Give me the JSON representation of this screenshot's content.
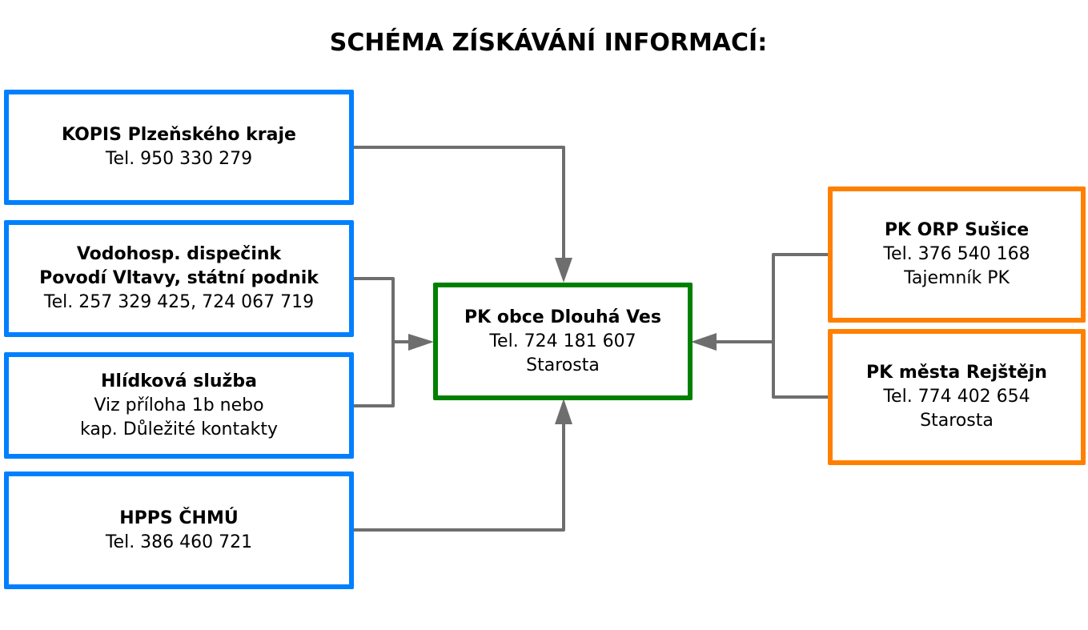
{
  "title": "SCHÉMA ZÍSKÁVÁNÍ INFORMACÍ:",
  "colors": {
    "source_border": "#0080ff",
    "center_border": "#008000",
    "peer_border": "#ff8000",
    "connector": "#6e6e6e"
  },
  "sources": [
    {
      "name": "KOPIS Plzeňského kraje",
      "lines": [
        "Tel. 950 330 279"
      ]
    },
    {
      "name": "Vodohosp. dispečink",
      "name2": "Povodí Vltavy, státní podnik",
      "lines": [
        "Tel. 257 329 425, 724 067 719"
      ]
    },
    {
      "name": "Hlídková služba",
      "lines": [
        "Viz příloha 1b nebo",
        "kap. Důležité kontakty"
      ]
    },
    {
      "name": "HPPS ČHMÚ",
      "lines": [
        "Tel. 386 460 721"
      ]
    }
  ],
  "center": {
    "name": "PK obce Dlouhá Ves",
    "lines": [
      "Tel. 724 181 607",
      "Starosta"
    ]
  },
  "peers": [
    {
      "name": "PK ORP Sušice",
      "lines": [
        "Tel. 376 540 168",
        "Tajemník PK"
      ]
    },
    {
      "name": "PK města Rejštějn",
      "lines": [
        "Tel. 774 402 654",
        "Starosta"
      ]
    }
  ]
}
